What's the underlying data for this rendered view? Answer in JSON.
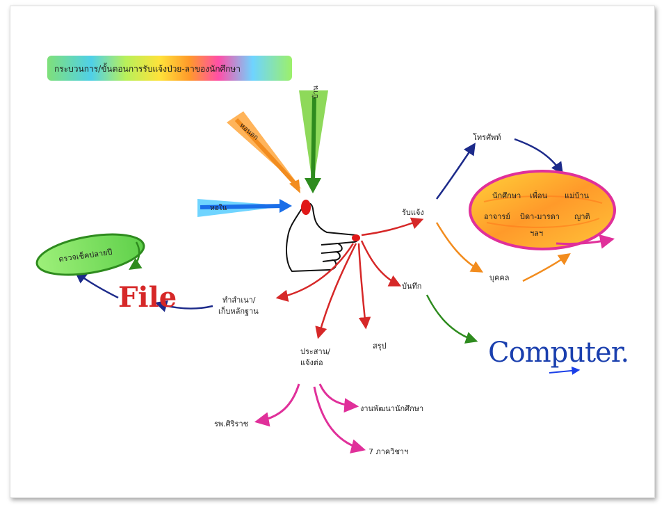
{
  "title": "กระบวนการ/ขั้นตอนการรับแจ้งป่วย-ลาของนักศึกษา",
  "sources": {
    "home": "บ้าน",
    "dorm": "หอนอก",
    "other": "หอใน"
  },
  "report": "รับแจ้ง",
  "phone": "โทรศัพท์",
  "person": "บุคคล",
  "ellipse_line1": [
    "นักศึกษา",
    "เพื่อน",
    "แม่บ้าน"
  ],
  "ellipse_line2": [
    "อาจารย์",
    "บิดา-มารดา",
    "ญาติ"
  ],
  "ellipse_line3": "ฯลฯ",
  "record": "บันทึก",
  "computer": "Computer.",
  "summary": "สรุป",
  "coordinate_line1": "ประสาน/",
  "coordinate_line2": "แจ้งต่อ",
  "copy_line1": "ทำสำเนา/",
  "copy_line2": "เก็บหลักฐาน",
  "file": "File",
  "check": "ตรวจเช็คปลายปี",
  "hospital": "รพ.ศิริราช",
  "student_dev": "งานพัฒนานักศึกษา",
  "departments": "7 ภาควิชาฯ",
  "colors": {
    "red": "#d62828",
    "navy": "#1c2a8a",
    "orange": "#f28c1e",
    "green": "#2e8b1e",
    "magenta": "#e0309a",
    "blue": "#1a6ee8"
  }
}
